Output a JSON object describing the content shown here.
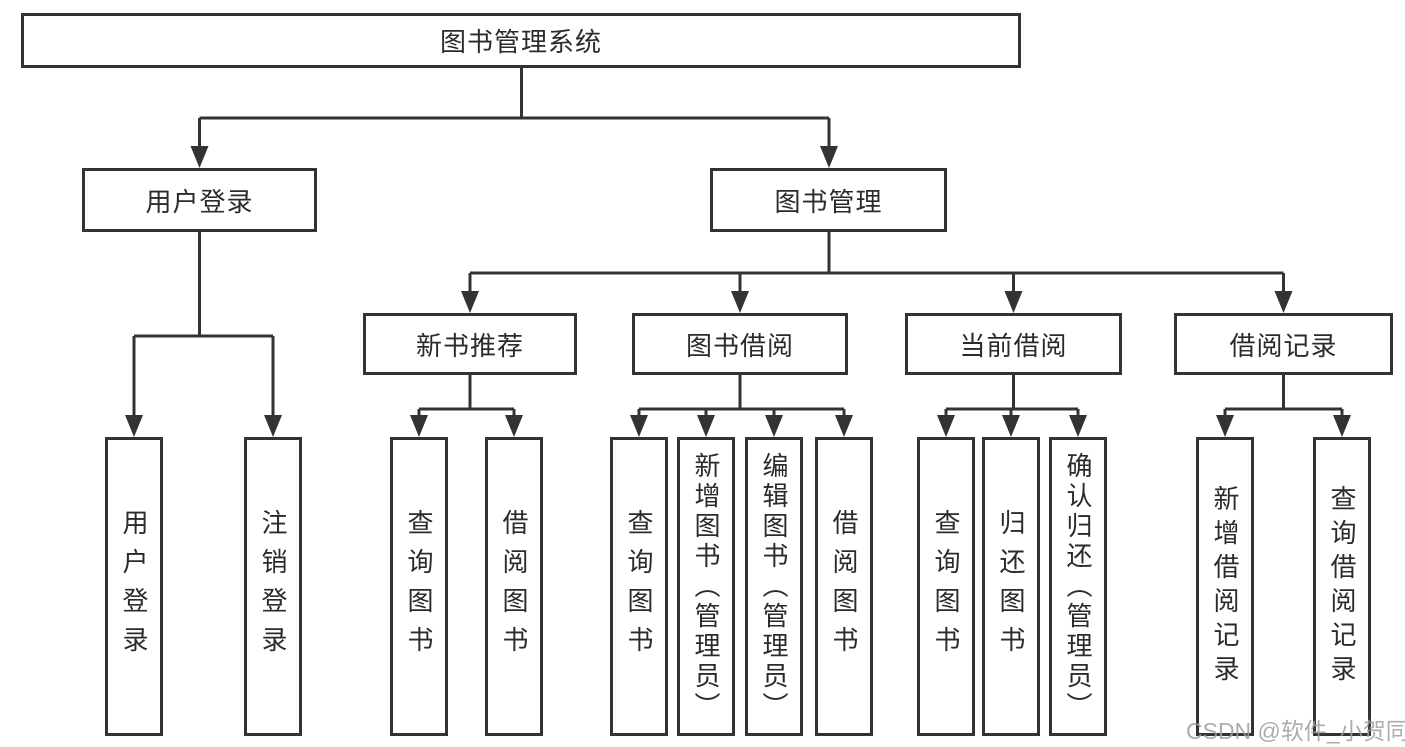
{
  "diagram": {
    "type": "hierarchy-tree",
    "line_color": "#333333",
    "root": {
      "label": "图书管理系统",
      "children": [
        {
          "label": "用户登录",
          "children": [
            {
              "label": "用户登录"
            },
            {
              "label": "注销登录"
            }
          ]
        },
        {
          "label": "图书管理",
          "children": [
            {
              "label": "新书推荐",
              "children": [
                {
                  "label": "查询图书"
                },
                {
                  "label": "借阅图书"
                }
              ]
            },
            {
              "label": "图书借阅",
              "children": [
                {
                  "label": "查询图书"
                },
                {
                  "label": "新增图书（管理员）"
                },
                {
                  "label": "编辑图书（管理员）"
                },
                {
                  "label": "借阅图书"
                }
              ]
            },
            {
              "label": "当前借阅",
              "children": [
                {
                  "label": "查询图书"
                },
                {
                  "label": "归还图书"
                },
                {
                  "label": "确认归还（管理员）"
                }
              ]
            },
            {
              "label": "借阅记录",
              "children": [
                {
                  "label": "新增借阅记录"
                },
                {
                  "label": "查询借阅记录"
                }
              ]
            }
          ]
        }
      ]
    }
  },
  "watermark": {
    "text": "CSDN @软件_小贺同学",
    "color": "#9e9e9e"
  }
}
